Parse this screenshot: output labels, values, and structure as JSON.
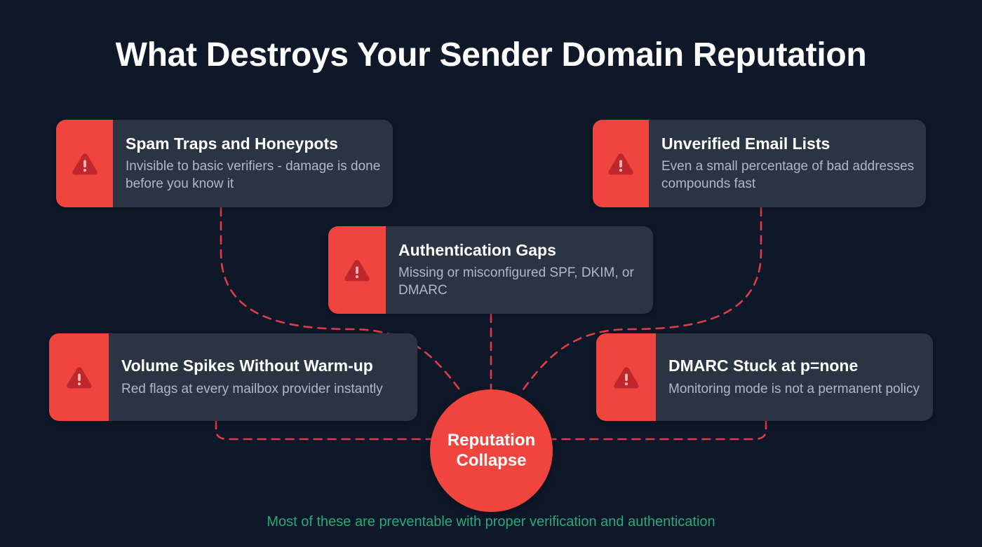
{
  "page": {
    "title": "What Destroys Your Sender Domain Reputation",
    "background_color": "#0e1828"
  },
  "theme": {
    "accent_red": "#f0453f",
    "icon_red": "#c0272d",
    "card_background": "#2a3443",
    "title_color": "#ffffff",
    "card_title_color": "#ffffff",
    "card_description_color": "#aeb8c6",
    "connector_color": "#e03c48",
    "footer_color": "#2aa879"
  },
  "cards": [
    {
      "id": "spam-traps",
      "title": "Spam Traps and Honeypots",
      "description": "Invisible to basic verifiers - damage is done before you know it",
      "icon": "warning-triangle-icon"
    },
    {
      "id": "unverified-lists",
      "title": "Unverified Email Lists",
      "description": "Even a small percentage of bad addresses compounds fast",
      "icon": "warning-triangle-icon"
    },
    {
      "id": "authentication-gaps",
      "title": "Authentication Gaps",
      "description": "Missing or misconfigured SPF, DKIM, or DMARC",
      "icon": "warning-triangle-icon"
    },
    {
      "id": "volume-spikes",
      "title": "Volume Spikes Without Warm-up",
      "description": "Red flags at every mailbox provider instantly",
      "icon": "warning-triangle-icon"
    },
    {
      "id": "dmarc-pnone",
      "title": "DMARC Stuck at p=none",
      "description": "Monitoring mode is not a permanent policy",
      "icon": "warning-triangle-icon"
    }
  ],
  "center_node": {
    "line1": "Reputation",
    "line2": "Collapse"
  },
  "footer": {
    "note": "Most of these are preventable with proper verification and authentication"
  }
}
